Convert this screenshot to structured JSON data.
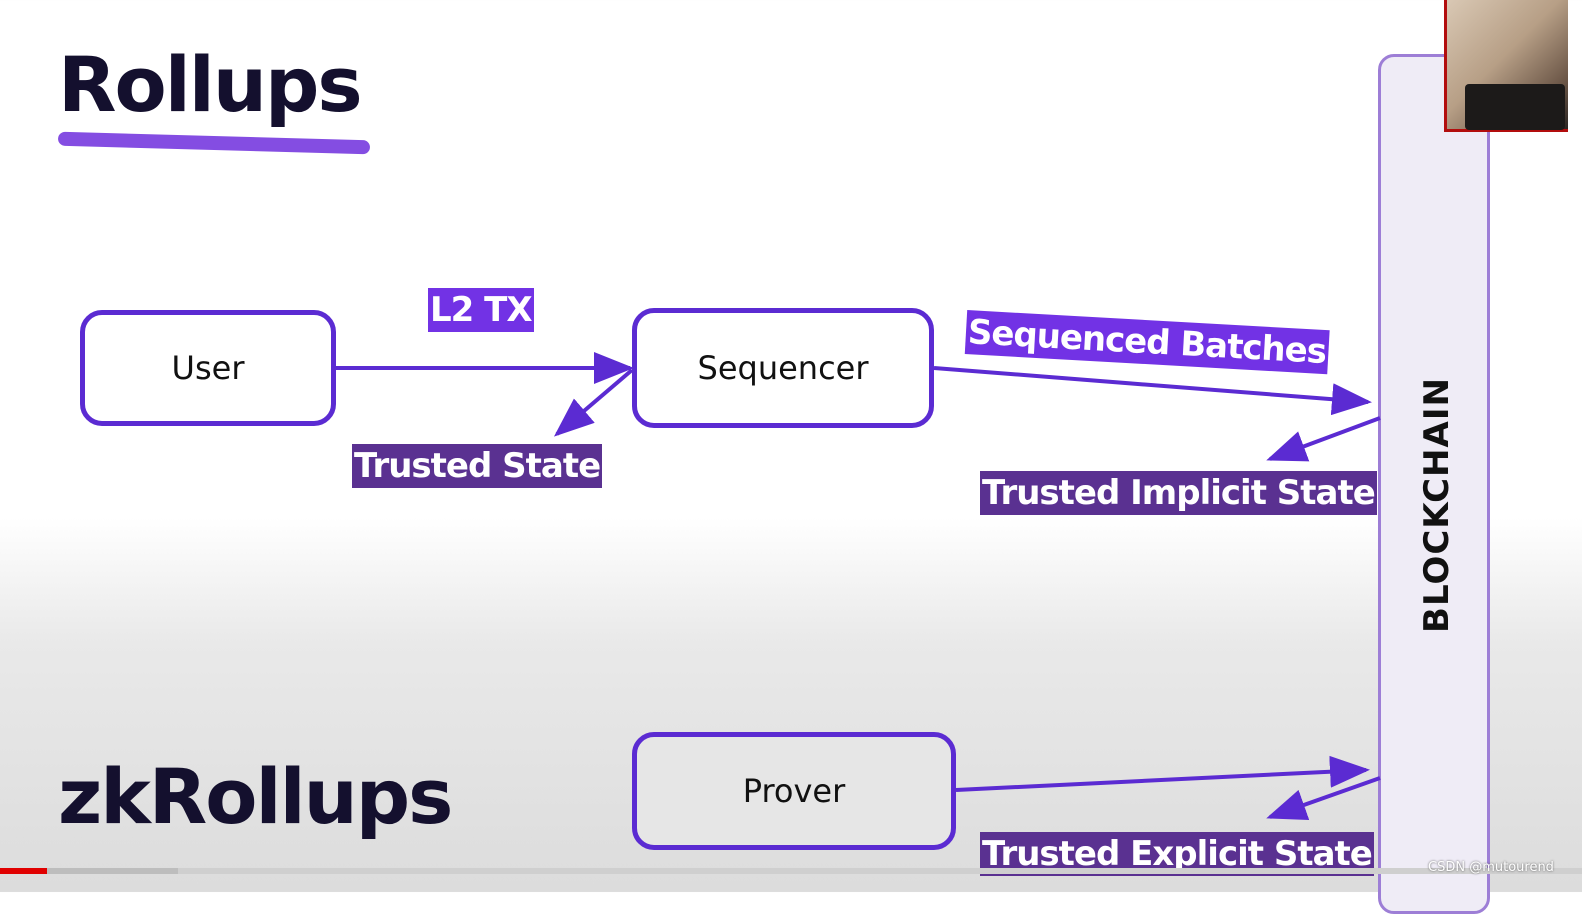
{
  "slide": {
    "title": "Rollups",
    "subtitle": "zkRollups"
  },
  "nodes": {
    "user": "User",
    "sequencer": "Sequencer",
    "prover": "Prover",
    "blockchain": "BLOCKCHAIN"
  },
  "edges": {
    "l2_tx": "L2 TX",
    "trusted_state": "Trusted State",
    "sequenced_batches": "Sequenced Batches",
    "trusted_implicit_state": "Trusted Implicit State",
    "trusted_explicit_state": "Trusted Explicit State"
  },
  "video": {
    "watermark": "CSDN @mutourend",
    "progress_played_fraction": 0.03
  },
  "colors": {
    "accent": "#5b2bd2",
    "label_dark": "#5a3191",
    "label_bright": "#7232e5",
    "title": "#14102e"
  }
}
